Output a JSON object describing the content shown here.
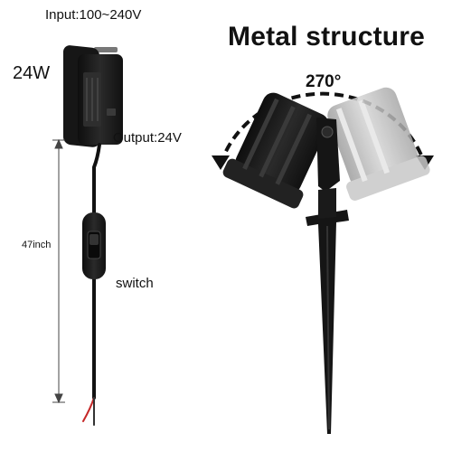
{
  "adapter": {
    "input_label": "Input:100~240V",
    "wattage_label": "24W",
    "output_label": "Output:24V"
  },
  "cable": {
    "length_label": "47inch",
    "switch_label": "switch"
  },
  "spotlight": {
    "title": "Metal structure",
    "rotation_label": "270°"
  },
  "colors": {
    "body_black": "#1c1c1c",
    "ghost_gray": "#bdbdbd",
    "wire_red": "#c62828"
  }
}
